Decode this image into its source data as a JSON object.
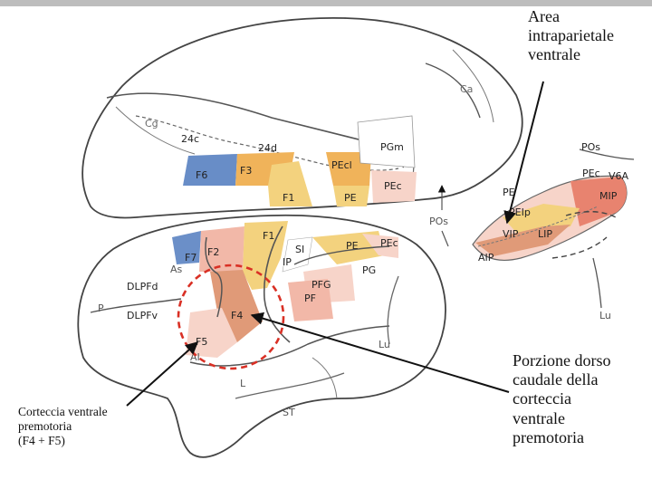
{
  "annotations": {
    "top_right": "Area\nintraparietale\nventrale",
    "bottom_left": "Corteccia ventrale\npremotoria\n(F4 + F5)",
    "bottom_right": "Porzione dorso\ncaudale della\ncorteccia\nventrale\npremotoria"
  },
  "medial_labels": {
    "ca": "Ca",
    "cg": "Cg",
    "a24c": "24c",
    "a24d": "24d",
    "pgm": "PGm",
    "f6": "F6",
    "f3": "F3",
    "pecl": "PEcl",
    "f1": "F1",
    "pe": "PE",
    "pec": "PEc"
  },
  "lateral_labels": {
    "pos": "POs",
    "f7": "F7",
    "f2": "F2",
    "f1": "F1",
    "si": "SI",
    "pe": "PE",
    "pec": "PEc",
    "as": "As",
    "ip": "IP",
    "dlpfd": "DLPFd",
    "pfg": "PFG",
    "pg": "PG",
    "pf": "PF",
    "p": "P",
    "dlpfv": "DLPFv",
    "f4": "F4",
    "f5": "F5",
    "ai": "AI",
    "lu": "Lu",
    "l": "L",
    "st": "ST"
  },
  "inset_labels": {
    "pos": "POs",
    "pec": "PEc",
    "v6a": "V6A",
    "pe": "PE",
    "mip": "MIP",
    "peip": "PEIp",
    "vip": "VIP",
    "lip": "LIP",
    "aip": "AIP",
    "lu": "Lu"
  },
  "colors": {
    "orange": "#f0b35a",
    "yellow": "#f3d27e",
    "blue": "#5b83c2",
    "salmon": "#f2b8a8",
    "pink": "#f7d4c9",
    "red_outline": "#d93025",
    "red_orange": "#e8836f",
    "f4": "#e09a78"
  }
}
